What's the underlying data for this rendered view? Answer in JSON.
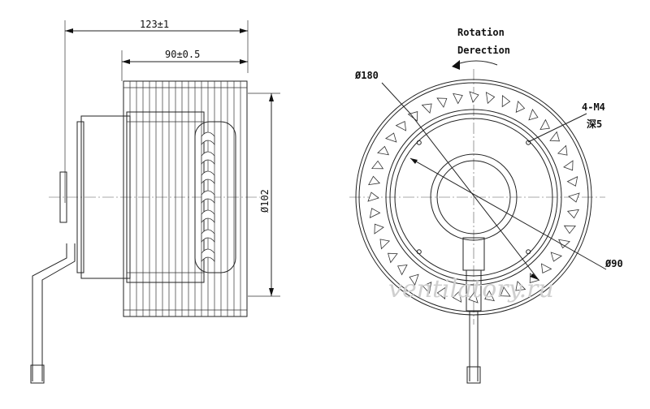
{
  "dimensions": {
    "overall_width": "123±1",
    "inner_width": "90±0.5",
    "height_diameter": "Ø102",
    "outer_diameter": "Ø180",
    "inner_diameter": "Ø90",
    "holes": "4-M4",
    "hole_depth": "深5"
  },
  "labels": {
    "rotation_line1": "Rotation",
    "rotation_line2": "Derection"
  },
  "watermark": "ventilatory.ru",
  "colors": {
    "line": "#222222",
    "watermark": "#cfcfcf",
    "background": "#ffffff"
  }
}
